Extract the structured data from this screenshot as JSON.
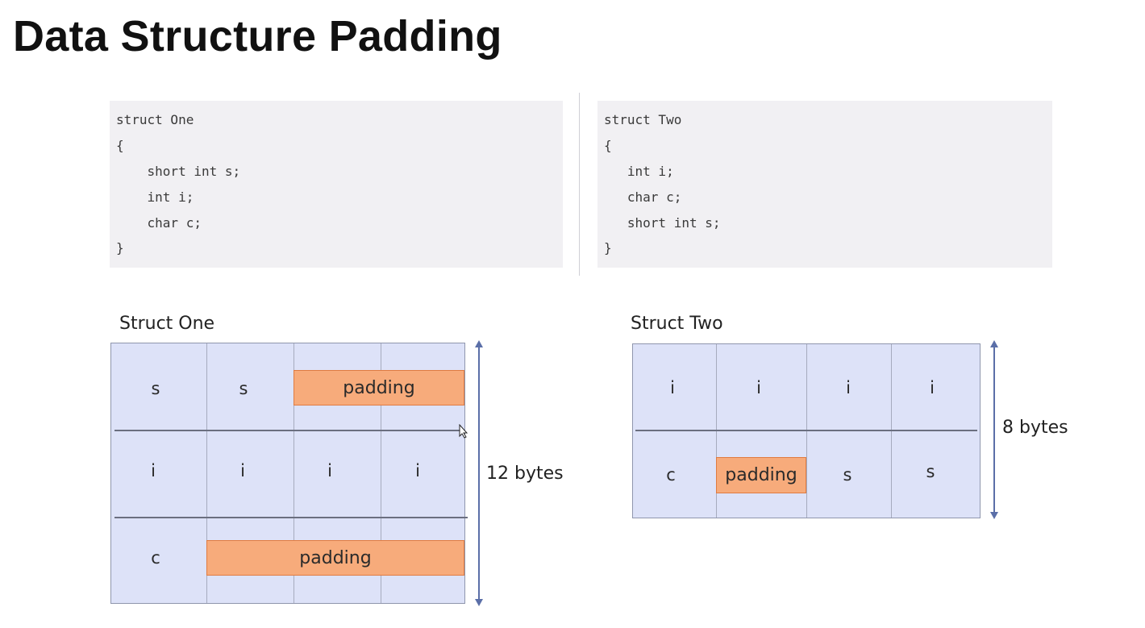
{
  "title": "Data Structure Padding",
  "code": {
    "one": [
      "struct One",
      "{",
      "    short int s;",
      "    int i;",
      "    char c;",
      "}"
    ],
    "two": [
      "struct Two",
      "{",
      "   int i;",
      "   char c;",
      "   short int s;",
      "}"
    ]
  },
  "diagram_one": {
    "label": "Struct One",
    "rows": [
      [
        "s",
        "s",
        "",
        ""
      ],
      [
        "i",
        "i",
        "i",
        "i"
      ],
      [
        "c",
        "",
        "",
        ""
      ]
    ],
    "padding_label": "padding",
    "size_label": "12 bytes"
  },
  "diagram_two": {
    "label": "Struct Two",
    "rows": [
      [
        "i",
        "i",
        "i",
        "i"
      ],
      [
        "c",
        "",
        "s",
        "s"
      ]
    ],
    "padding_label": "padding",
    "size_label": "8 bytes"
  },
  "colors": {
    "cell_fill": "#dde2f8",
    "padding_fill": "#f7ab7b",
    "padding_border": "#e07b41",
    "arrow": "#5b6fa8",
    "code_bg": "#f1f0f3"
  }
}
